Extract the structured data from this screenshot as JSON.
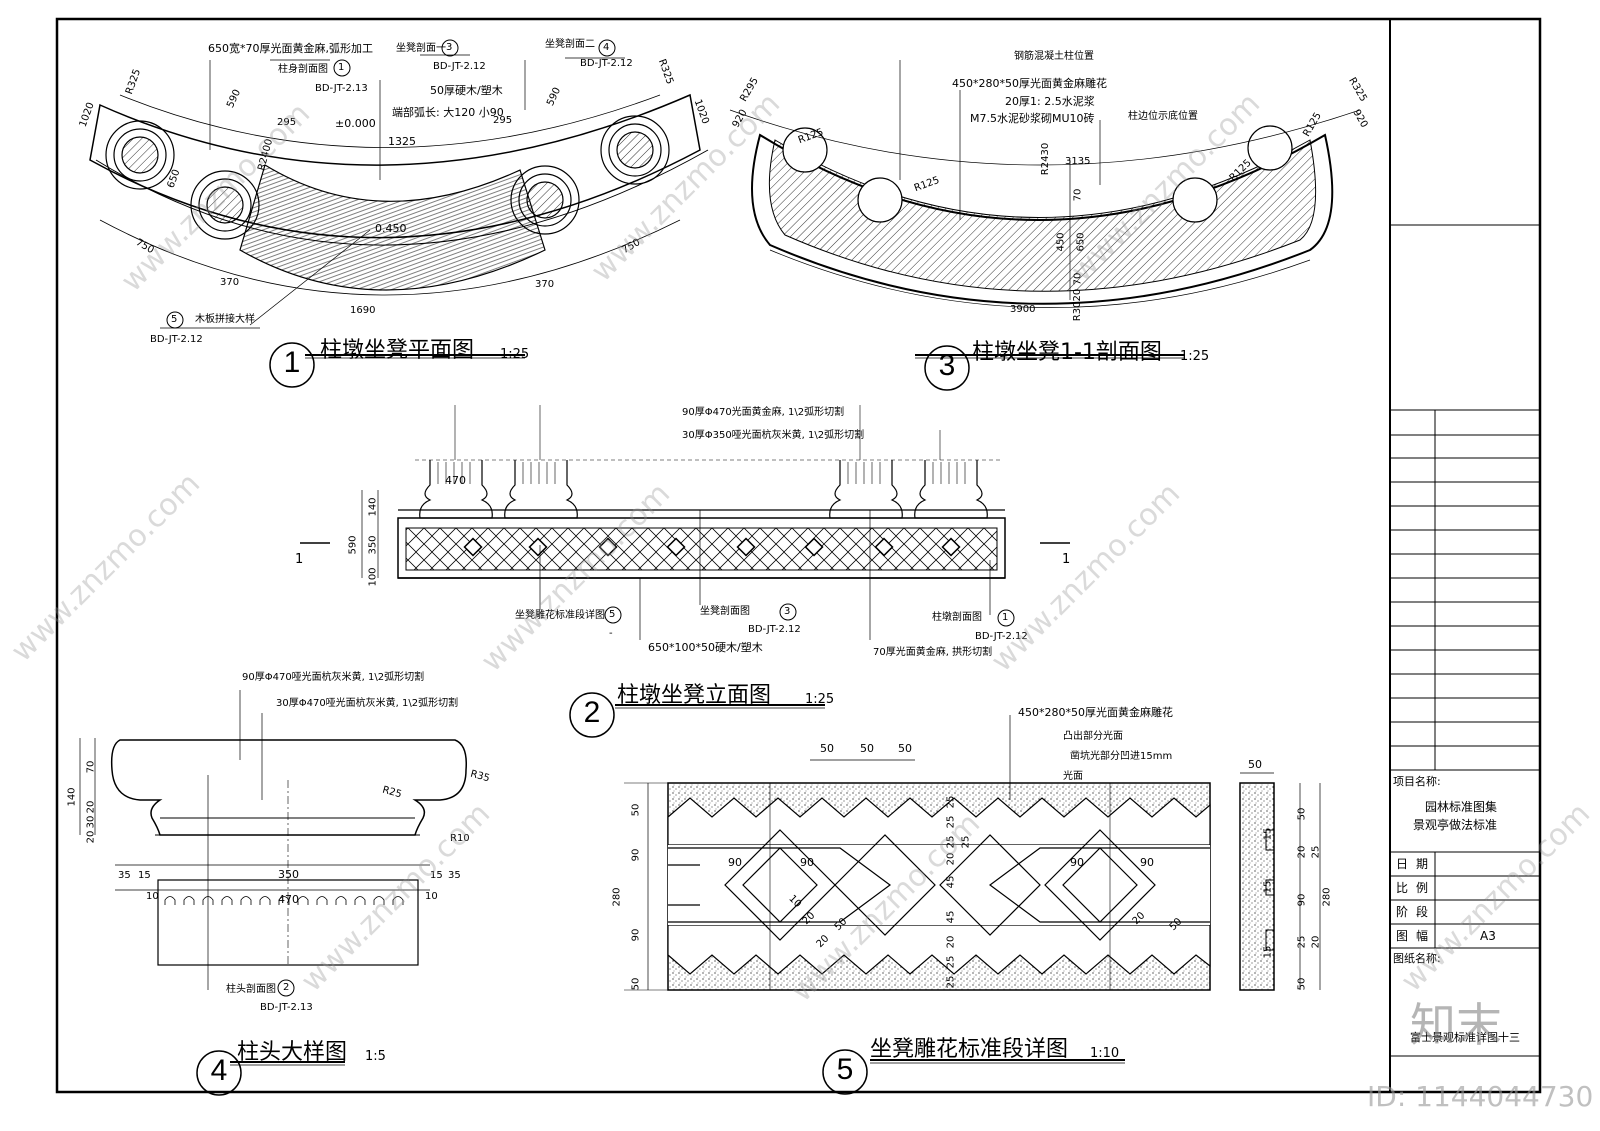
{
  "titles": {
    "t1": "柱墩坐凳平面图",
    "s1": "1:25",
    "t2": "柱墩坐凳立面图",
    "s2": "1:25",
    "t3": "柱墩坐凳1-1剖面图",
    "s3": "1:25",
    "t4": "柱头大样图",
    "s4": "1:5",
    "t5": "坐凳雕花标准段详图",
    "s5": "1:10",
    "n1": "1",
    "n2": "2",
    "n3": "3",
    "n4": "4",
    "n5": "5"
  },
  "plan": {
    "a1": "650宽*70厚光面黄金麻,弧形加工",
    "a2": "柱身剖面图",
    "a2r": "BD-JT-2.13",
    "a2n": "1",
    "a3": "坐凳剖面一",
    "a3r": "BD-JT-2.12",
    "a3n": "3",
    "a4": "坐凳剖面二",
    "a4r": "BD-JT-2.12",
    "a4n": "4",
    "a5": "50厚硬木/塑木",
    "a6": "端部弧长: 大120 小90",
    "a7": "木板拼接大样",
    "a7r": "BD-JT-2.12",
    "a7n": "5",
    "d": [
      "R325",
      "1020",
      "590",
      "295",
      "±0.000",
      "1325",
      "295",
      "590",
      "R325",
      "1020",
      "R2400",
      "650",
      "0.450",
      "750",
      "370",
      "1690",
      "370",
      "750"
    ]
  },
  "section": {
    "a1": "钢筋混凝土柱位置",
    "a2": "450*280*50厚光面黄金麻雕花",
    "a3": "20厚1: 2.5水泥浆",
    "a4": "M7.5水泥砂浆砌MU10砖",
    "a5": "柱边位示底位置",
    "d": [
      "R295",
      "920",
      "R125",
      "R125",
      "R2430",
      "3135",
      "R125",
      "R325",
      "920",
      "R125",
      "450",
      "650",
      "70",
      "70",
      "3900",
      "R3020"
    ]
  },
  "elev": {
    "a1": "90厚Φ470光面黄金麻, 1\\2弧形切割",
    "a2": "30厚Φ350哑光面杭灰米黄, 1\\2弧形切割",
    "a3": "坐凳雕花标准段详图",
    "a3n": "5",
    "a3r": "-",
    "a4": "坐凳剖面图",
    "a4n": "3",
    "a4r": "BD-JT-2.12",
    "a5": "650*100*50硬木/塑木",
    "a6": "柱墩剖面图",
    "a6n": "1",
    "a6r": "BD-JT-2.12",
    "a7": "70厚光面黄金麻, 拱形切割",
    "d": [
      "470",
      "140",
      "350",
      "590",
      "100"
    ],
    "cut": "1"
  },
  "capital": {
    "a1": "90厚Φ470哑光面杭灰米黄, 1\\2弧形切割",
    "a2": "30厚Φ470哑光面杭灰米黄, 1\\2弧形切割",
    "a3": "柱头剖面图",
    "a3n": "2",
    "a3r": "BD-JT-2.13",
    "d": [
      "70",
      "140",
      "20",
      "30",
      "20",
      "R25",
      "R35",
      "R10",
      "35",
      "15",
      "350",
      "15",
      "35",
      "10",
      "470",
      "10"
    ]
  },
  "detail": {
    "a1": "450*280*50厚光面黄金麻雕花",
    "a2": "凸出部分光面",
    "a3": "凿坑光部分凹进15mm",
    "a4": "光面",
    "d": [
      "50",
      "50",
      "50",
      "50",
      "50",
      "90",
      "90",
      "50",
      "280",
      "25",
      "25",
      "25",
      "20",
      "25",
      "45",
      "45",
      "20",
      "25",
      "25",
      "90",
      "90",
      "90",
      "90",
      "10",
      "20",
      "50",
      "20",
      "20",
      "50",
      "15",
      "15",
      "15",
      "50",
      "20",
      "25",
      "90",
      "25",
      "20",
      "50",
      "280"
    ]
  },
  "titleblock": {
    "proj_label": "项目名称:",
    "proj1": "园林标准图集",
    "proj2": "景观亭做法标准",
    "date": "日期",
    "scale": "比例",
    "stage": "阶段",
    "size": "图幅",
    "size_val": "A3",
    "drawing_label": "图纸名称:",
    "drawing_name": "富士景观标准详图十三"
  },
  "watermark": {
    "brand": "知末",
    "id": "ID: 1144044730",
    "site": "www.znzmo.com"
  }
}
